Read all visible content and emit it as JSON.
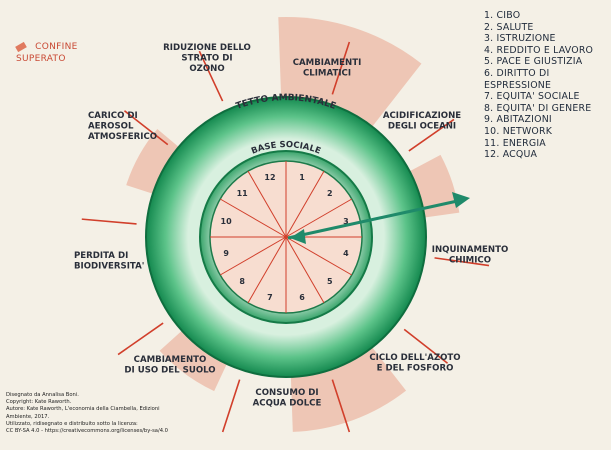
{
  "legend_key": "CONFINE\nSUPERATO",
  "colors": {
    "background": "#f4f0e6",
    "overshoot": "#e9a48c",
    "ring_outer": "#1a9a5c",
    "ring_inner": "#c9ead4",
    "core": "#f7ddd0",
    "lines": "#d13f2b",
    "arrow": "#1f8a6a"
  },
  "social_list": [
    "1. CIBO",
    "2. SALUTE",
    "3. ISTRUZIONE",
    "4. REDDITO E LAVORO",
    "5. PACE E GIUSTIZIA",
    "6. DIRITTO DI",
    "   ESPRESSIONE",
    "7. EQUITA' SOCIALE",
    "8. EQUITA' DI GENERE",
    "9. ABITAZIONI",
    "10. NETWORK",
    "11. ENERGIA",
    "12. ACQUA"
  ],
  "ring_labels": {
    "tetto": "TETTO AMBIENTALE",
    "base": "BASE SOCIALE"
  },
  "numbers": [
    "1",
    "2",
    "3",
    "4",
    "5",
    "6",
    "7",
    "8",
    "9",
    "10",
    "11",
    "12"
  ],
  "boundaries": [
    {
      "id": "cambiamenti-climatici",
      "text": [
        "CAMBIAMENTI",
        "CLIMATICI"
      ]
    },
    {
      "id": "acidificazione",
      "text": [
        "ACIDIFICAZIONE",
        "DEGLI OCEANI"
      ]
    },
    {
      "id": "inquinamento",
      "text": [
        "INQUINAMENTO",
        "CHIMICO"
      ]
    },
    {
      "id": "azoto",
      "text": [
        "CICLO DELL'AZOTO",
        "E DEL FOSFORO"
      ]
    },
    {
      "id": "acqua-dolce",
      "text": [
        "CONSUMO DI",
        "ACQUA DOLCE"
      ]
    },
    {
      "id": "uso-suolo",
      "text": [
        "CAMBIAMENTO",
        "DI USO DEL SUOLO"
      ]
    },
    {
      "id": "biodiversita",
      "text": [
        "PERDITA DI",
        "BIODIVERSITA'"
      ]
    },
    {
      "id": "aerosol",
      "text": [
        "CARICO DI",
        "AEROSOL",
        "ATMOSFERICO"
      ]
    },
    {
      "id": "ozono",
      "text": [
        "RIDUZIONE DELLO",
        "STRATO DI",
        "OZONO"
      ]
    }
  ],
  "credits": [
    "Disegnato da Annalisa Boni.",
    "Copyright: Kate Raworth.",
    "Autore: Kate Raworth, L'economia della Ciambella, Edizioni",
    "Ambiente, 2017.",
    "Utilizzato, ridisegnato e distribuito sotto la licenza:",
    "CC BY-SA 4.0 - https://creativecommons.org/licenses/by-sa/4.0"
  ]
}
